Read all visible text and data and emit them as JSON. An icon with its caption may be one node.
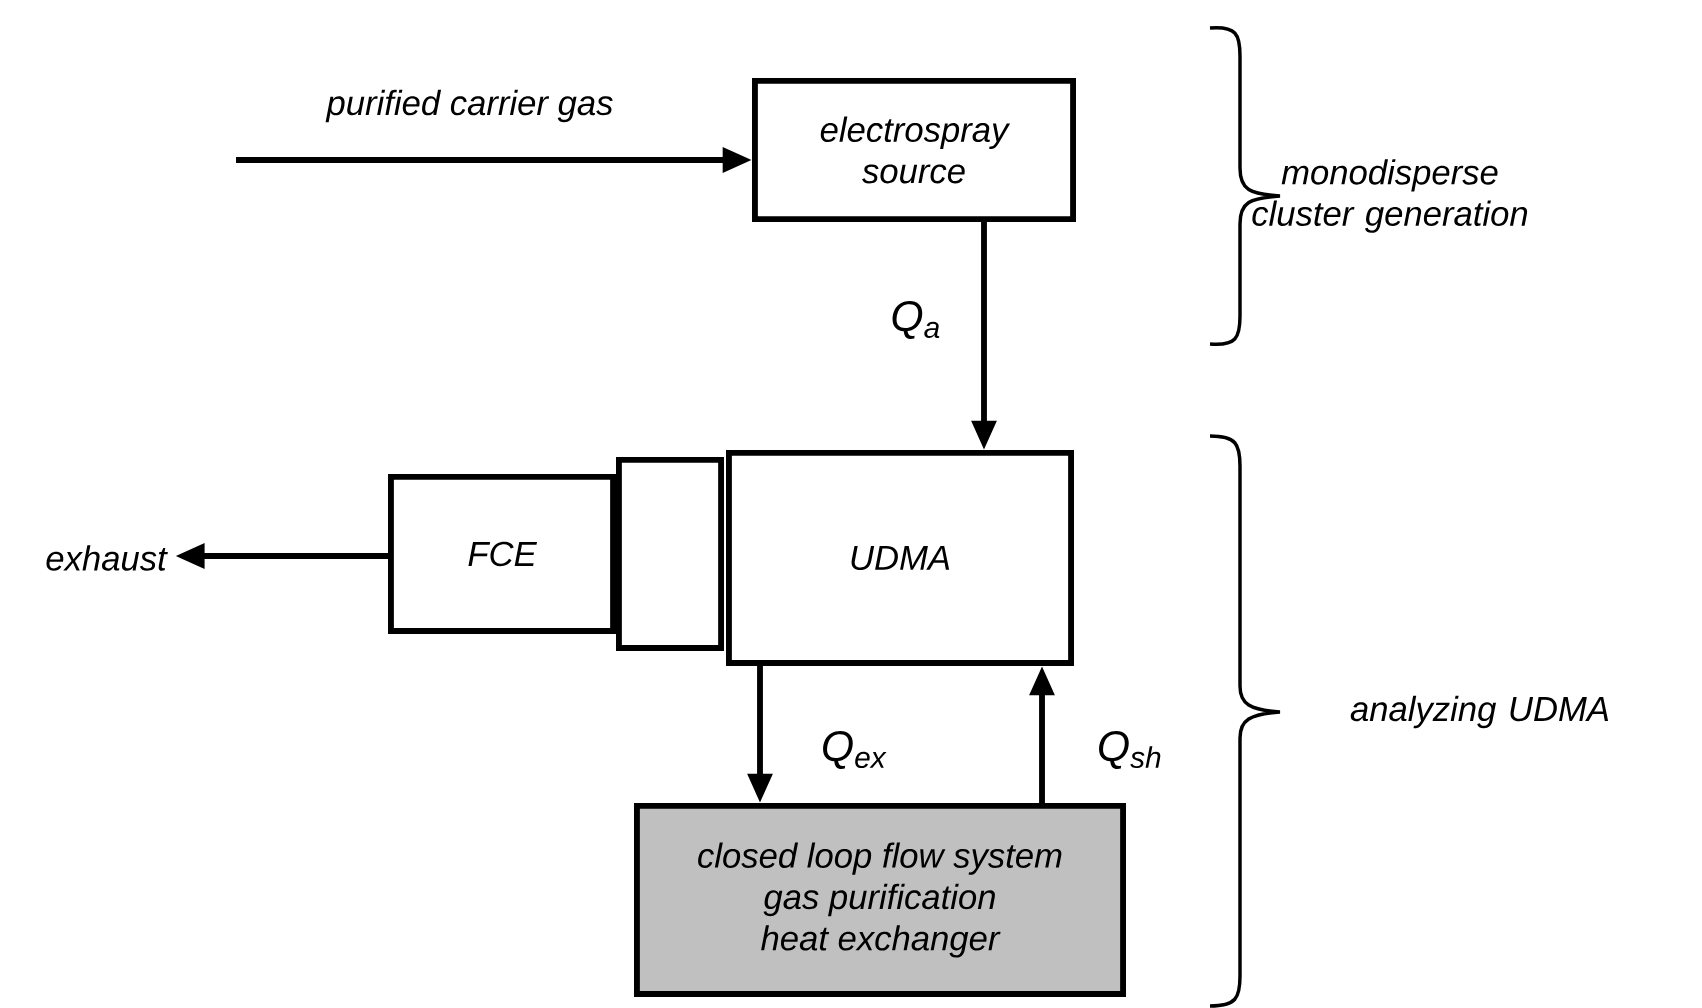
{
  "diagram": {
    "nodes": [
      {
        "text": [
          "electrospray source"
        ]
      },
      {
        "text": [
          "UDMA"
        ]
      },
      {
        "text": [],
        "shape": "box"
      },
      {
        "text": [
          "FCE"
        ]
      },
      {
        "text": [
          "exhaust"
        ]
      },
      {
        "text": [
          "closed loop flow system",
          "gas purification",
          "heat exchanger"
        ]
      }
    ],
    "edges": [
      {
        "from": null,
        "to": 0,
        "arrow": "to",
        "label": "purified carrier gas"
      },
      {
        "from": 0,
        "to": 1,
        "arrow": "to",
        "label": "Q$_{a}$"
      },
      {
        "from": 3,
        "to": 4,
        "arrow": "to"
      },
      {
        "from": 1,
        "to": 5,
        "arrow": "to",
        "label": "Q$_{ex}$"
      },
      {
        "from": 5,
        "to": 1,
        "arrow": "to",
        "label": "Q$_{sh}$"
      }
    ],
    "labels": [
      "monodisperse cluster generation",
      "analyzing UDMA"
    ]
  }
}
